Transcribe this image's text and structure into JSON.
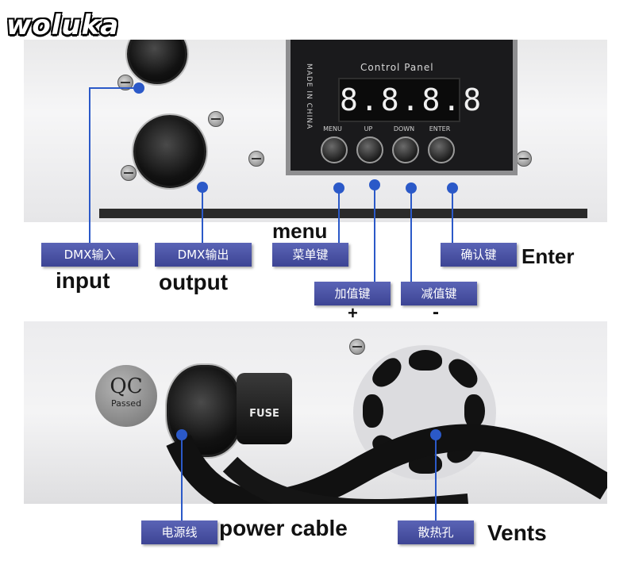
{
  "brand": "woluka",
  "control_panel": {
    "title": "Control Panel",
    "made_in": "MADE IN CHINA",
    "display": "8.8.8.8",
    "buttons": [
      "MENU",
      "UP",
      "DOWN",
      "ENTER"
    ]
  },
  "top_labels": {
    "dmx_input_cn": "DMX输入",
    "dmx_input_en": "input",
    "dmx_output_cn": "DMX输出",
    "dmx_output_en": "output",
    "menu_cn": "菜单键",
    "menu_en": "menu",
    "plus_cn": "加值键",
    "plus_en": "+",
    "minus_cn": "减值键",
    "minus_en": "-",
    "enter_cn": "确认键",
    "enter_en": "Enter"
  },
  "bottom_panel": {
    "qc_big": "QC",
    "qc_small": "Passed",
    "fuse": "FUSE"
  },
  "bottom_labels": {
    "power_cn": "电源线",
    "power_en": "power cable",
    "vents_cn": "散热孔",
    "vents_en": "Vents"
  },
  "colors": {
    "label_bg": "#4a53a6",
    "pointer": "#2b59c8"
  }
}
